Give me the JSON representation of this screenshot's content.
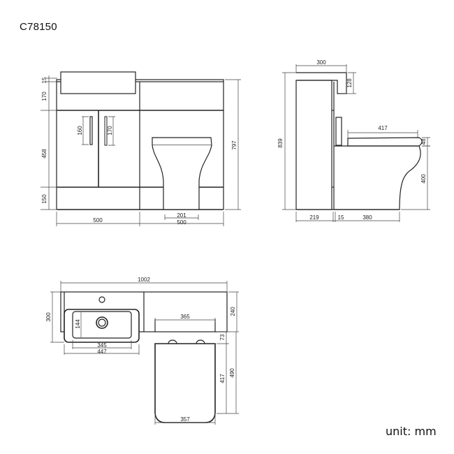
{
  "title": "C78150",
  "unit_label": "unit: mm",
  "front_view": {
    "dimensions": {
      "worktop_thickness": "15",
      "top_panel_height": "170",
      "door_height": "458",
      "plinth_height": "150",
      "handle_left_length": "160",
      "handle_right_length": "170",
      "vanity_width": "500",
      "wc_unit_width": "500",
      "pan_foot_width": "201",
      "total_height": "797"
    }
  },
  "side_view": {
    "dimensions": {
      "basin_depth": "300",
      "basin_height": "128",
      "total_height": "839",
      "seat_length": "417",
      "seat_thickness": "48",
      "pan_height": "400",
      "cabinet_depth": "219",
      "gap": "15",
      "pan_projection": "380"
    }
  },
  "plan_view": {
    "dimensions": {
      "total_width": "1002",
      "basin_depth": "300",
      "bowl_depth": "144",
      "bowl_width": "345",
      "basin_width": "447",
      "cistern_depth": "240",
      "pan_width_top": "365",
      "pan_setback": "73",
      "seat_length": "417",
      "pan_total_depth": "490",
      "seat_width": "357"
    }
  }
}
